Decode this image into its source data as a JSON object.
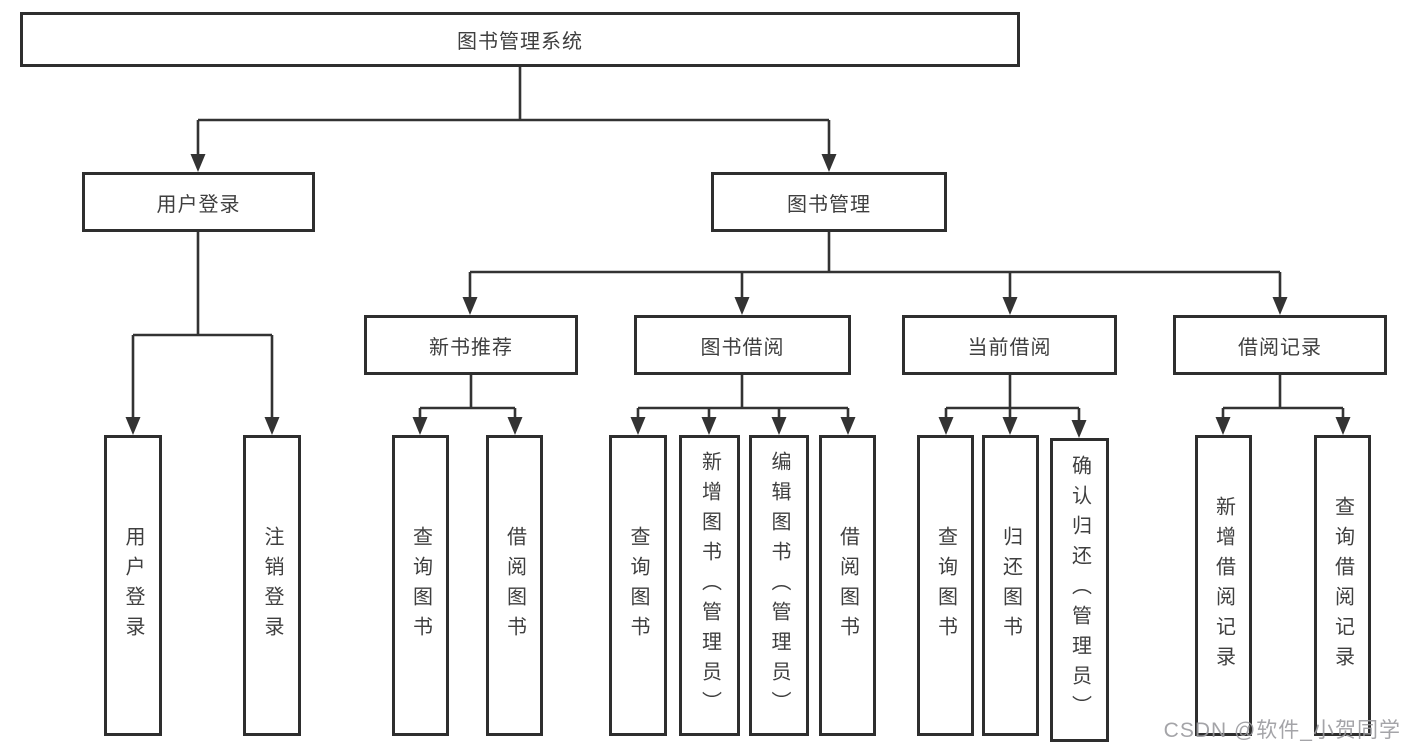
{
  "colors": {
    "line": "#333333",
    "box_border": "#2e2e2e",
    "text": "#3f3f3f",
    "background": "#ffffff",
    "watermark": "#9b9b9f"
  },
  "diagram": {
    "root": {
      "label": "图书管理系统"
    },
    "level2": [
      {
        "label": "用户登录"
      },
      {
        "label": "图书管理"
      }
    ],
    "level3": [
      {
        "label": "新书推荐"
      },
      {
        "label": "图书借阅"
      },
      {
        "label": "当前借阅"
      },
      {
        "label": "借阅记录"
      }
    ],
    "leaves": {
      "user_login": [
        "用户登录",
        "注销登录"
      ],
      "new_books": [
        "查询图书",
        "借阅图书"
      ],
      "borrow": [
        "查询图书",
        "新增图书（管理员）",
        "编辑图书（管理员）",
        "借阅图书"
      ],
      "current": [
        "查询图书",
        "归还图书",
        "确认归还（管理员）"
      ],
      "records": [
        "新增借阅记录",
        "查询借阅记录"
      ]
    }
  },
  "watermark": {
    "text": "CSDN @软件_小贺同学"
  }
}
